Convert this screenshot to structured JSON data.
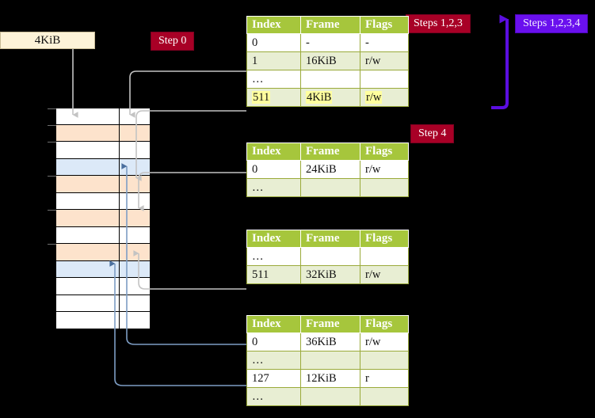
{
  "diagram": {
    "title_box": {
      "label": "4KiB"
    },
    "badges": [
      {
        "name": "step-0",
        "label": "Step 0",
        "color": "#a80026"
      },
      {
        "name": "steps-1-2-3",
        "label": "Steps 1,2,3",
        "color": "#a80026"
      },
      {
        "name": "steps-1-2-3-4",
        "label": "Steps 1,2,3,4",
        "color": "#6a10ee"
      },
      {
        "name": "step-4",
        "label": "Step 4",
        "color": "#a80026"
      }
    ],
    "colors": {
      "header_green": "#a6c63c",
      "row_alt": "#e8eed3",
      "highlight_yellow": "#ffff9e",
      "mem_orange": "#fde3cc",
      "mem_blue": "#dce9f8",
      "box_cream": "#fdf3d8",
      "wire_gray": "#b9b9b9",
      "wire_blue": "#7d9dc4",
      "arrow_purple": "#6a10ee",
      "background": "#000000"
    },
    "memory_column": {
      "name": "physical-memory-frames",
      "rows": [
        {
          "fill": "white"
        },
        {
          "fill": "orange"
        },
        {
          "fill": "white"
        },
        {
          "fill": "blue"
        },
        {
          "fill": "orange"
        },
        {
          "fill": "white"
        },
        {
          "fill": "orange"
        },
        {
          "fill": "white"
        },
        {
          "fill": "orange"
        },
        {
          "fill": "blue"
        },
        {
          "fill": "white"
        },
        {
          "fill": "white"
        },
        {
          "fill": "white"
        }
      ]
    },
    "tables": [
      {
        "name": "page-table-level-1",
        "headers": [
          "Index",
          "Frame",
          "Flags"
        ],
        "rows": [
          {
            "style": "plain",
            "cells": [
              "0",
              "-",
              "-"
            ],
            "highlight": [
              false,
              false,
              false
            ]
          },
          {
            "style": "alt",
            "cells": [
              "1",
              "16KiB",
              "r/w"
            ],
            "highlight": [
              false,
              false,
              false
            ]
          },
          {
            "style": "plain",
            "cells": [
              "…",
              "",
              ""
            ],
            "highlight": [
              false,
              false,
              false
            ]
          },
          {
            "style": "alt",
            "cells": [
              "511",
              "4KiB",
              "r/w"
            ],
            "highlight": [
              true,
              true,
              true
            ]
          }
        ]
      },
      {
        "name": "page-table-level-2",
        "headers": [
          "Index",
          "Frame",
          "Flags"
        ],
        "rows": [
          {
            "style": "plain",
            "cells": [
              "0",
              "24KiB",
              "r/w"
            ],
            "highlight": [
              false,
              false,
              false
            ]
          },
          {
            "style": "alt",
            "cells": [
              "…",
              "",
              ""
            ],
            "highlight": [
              false,
              false,
              false
            ]
          }
        ]
      },
      {
        "name": "page-table-level-3",
        "headers": [
          "Index",
          "Frame",
          "Flags"
        ],
        "rows": [
          {
            "style": "plain",
            "cells": [
              "…",
              "",
              ""
            ],
            "highlight": [
              false,
              false,
              false
            ]
          },
          {
            "style": "alt",
            "cells": [
              "511",
              "32KiB",
              "r/w"
            ],
            "highlight": [
              false,
              false,
              false
            ]
          }
        ]
      },
      {
        "name": "page-table-level-4",
        "headers": [
          "Index",
          "Frame",
          "Flags"
        ],
        "rows": [
          {
            "style": "plain",
            "cells": [
              "0",
              "36KiB",
              "r/w"
            ],
            "highlight": [
              false,
              false,
              false
            ]
          },
          {
            "style": "alt",
            "cells": [
              "…",
              "",
              ""
            ],
            "highlight": [
              false,
              false,
              false
            ]
          },
          {
            "style": "plain",
            "cells": [
              "127",
              "12KiB",
              "r"
            ],
            "highlight": [
              false,
              false,
              false
            ]
          },
          {
            "style": "alt",
            "cells": [
              "…",
              "",
              ""
            ],
            "highlight": [
              false,
              false,
              false
            ]
          }
        ]
      }
    ]
  }
}
